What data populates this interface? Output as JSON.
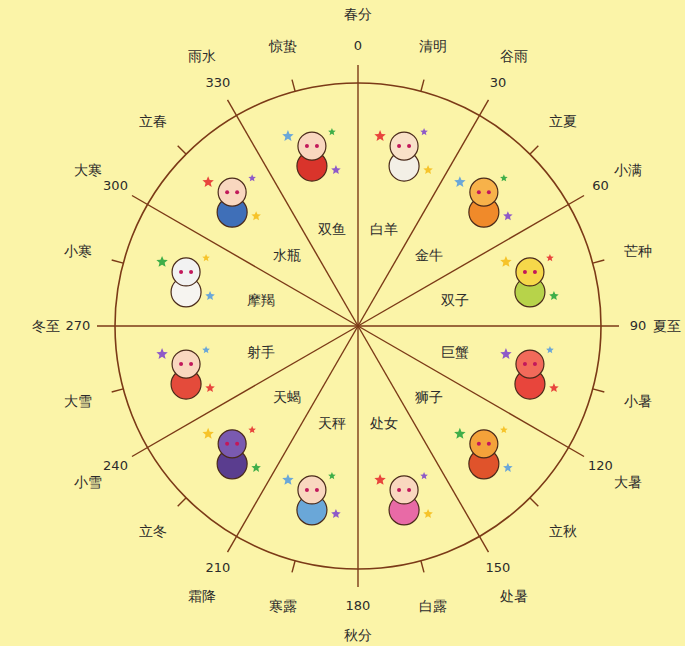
{
  "diagram": {
    "labels": [
      "春分",
      "清明",
      "谷雨",
      "立夏",
      "小满",
      "芒种",
      "夏至",
      "小暑",
      "大暑",
      "立秋",
      "处暑",
      "白露",
      "秋分",
      "寒露",
      "霜降",
      "立冬",
      "小雪",
      "大雪",
      "冬至",
      "小寒",
      "大寒",
      "立春",
      "雨水",
      "惊蛰",
      "0",
      "30",
      "60",
      "90",
      "120",
      "150",
      "180",
      "210",
      "240",
      "270",
      "300",
      "330",
      "白羊",
      "金牛",
      "双子",
      "巨蟹",
      "狮子",
      "处女",
      "天秤",
      "天蝎",
      "射手",
      "摩羯",
      "水瓶",
      "双鱼"
    ]
  }
}
